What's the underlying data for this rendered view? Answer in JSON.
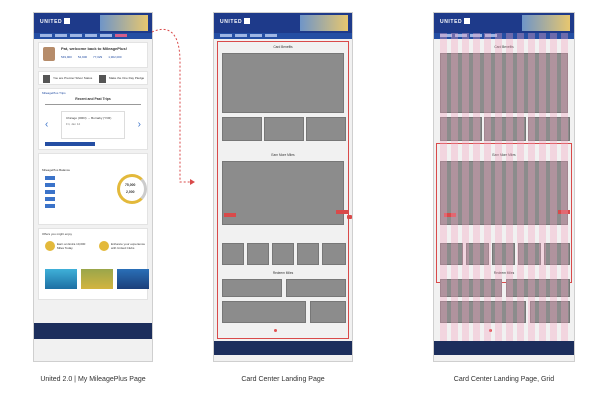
{
  "panels": {
    "mileageplus": {
      "header": {
        "logo": "UNITED"
      },
      "welcome": {
        "title": "Pat, welcome back to MileagePlus!",
        "stats": [
          "549,900",
          "54,900",
          "77,029",
          "1,902,000"
        ]
      },
      "status_links": [
        "You are Premier Silver Status",
        "Make the One Day Pledge"
      ],
      "trips": {
        "header": "MileagePlus Trips",
        "title": "Recent and Past Trips",
        "route": "Chicago (ORD) → Burnaby (YVR)",
        "date": "Fri, Jan 12"
      },
      "balance": {
        "title": "MileagePlus Balance",
        "circle_value_1": "75,000",
        "circle_value_2": "2,000"
      },
      "offers": {
        "title": "Offers you might enjoy",
        "offer1": "Earn an Extra 10,000 Miles Today",
        "offer2": "Enhance your experience with United Clubs"
      },
      "caption": "United 2.0 | My MileagePlus Page"
    },
    "card_center": {
      "header": {
        "logo": "UNITED"
      },
      "sections": [
        "Card Benefits",
        "Earn More Miles",
        "Redeem Miles"
      ],
      "caption": "Card Center Landing Page"
    },
    "card_center_grid": {
      "header": {
        "logo": "UNITED"
      },
      "sections": [
        "Card Benefits",
        "Earn More Miles",
        "Redeem Miles"
      ],
      "caption": "Card Center Landing Page, Grid"
    }
  },
  "colors": {
    "header": "#1e3a8a",
    "accent_red": "#d94a4a",
    "grid_pink": "#f4c6d6",
    "placeholder_gray": "#8c8c8c"
  },
  "icons": [
    "arrow-left-icon",
    "arrow-right-icon",
    "chat-icon",
    "dashed-connector-arrow"
  ]
}
